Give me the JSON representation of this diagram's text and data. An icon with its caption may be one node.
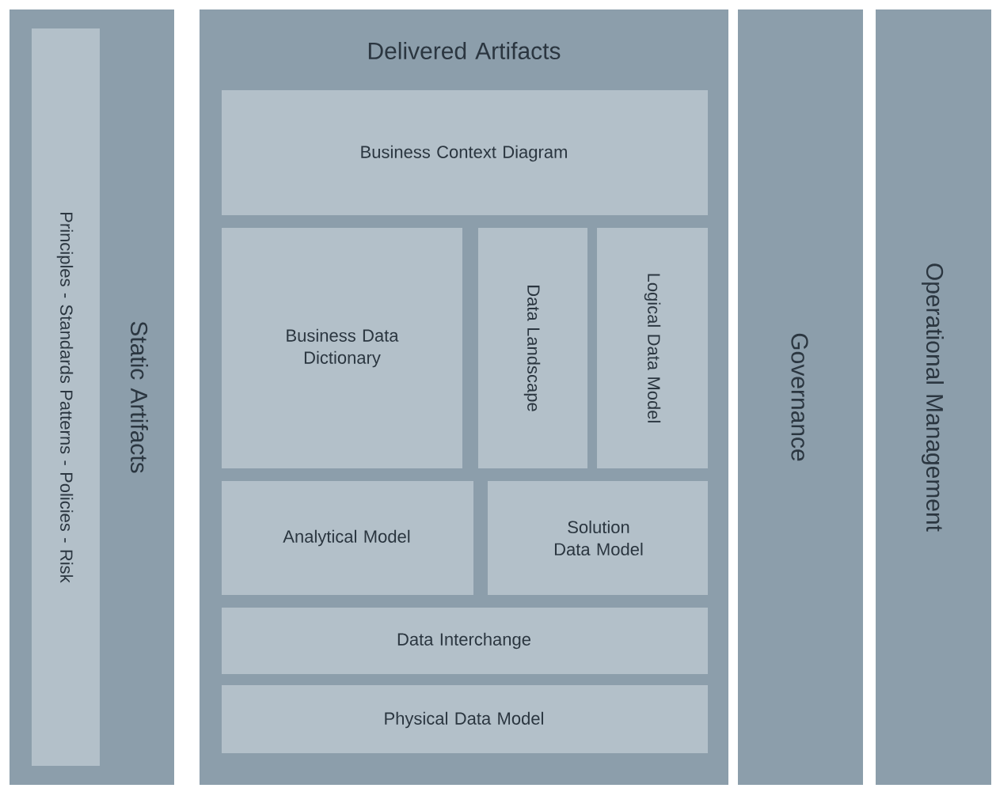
{
  "diagram": {
    "nodes": [
      {
        "text": [
          "Static Artifacts"
        ]
      },
      {
        "text": [
          "Principles - Standards Patterns - Policies - Risk"
        ],
        "in": 0
      },
      {
        "text": [
          "Delivered Artifacts"
        ]
      },
      {
        "text": [
          "Business Context Diagram"
        ],
        "in": 2
      },
      {
        "text": [
          "Business Data Dictionary"
        ],
        "in": 2
      },
      {
        "text": [
          "Data Landscape"
        ],
        "in": 2
      },
      {
        "text": [
          "Logical Data Model"
        ],
        "in": 2
      },
      {
        "text": [
          "Analytical Model"
        ],
        "in": 2
      },
      {
        "text": [
          "Solution Data Model"
        ],
        "in": 2
      },
      {
        "text": [
          "Data Interchange"
        ],
        "in": 2
      },
      {
        "text": [
          "Physical Data Model"
        ],
        "in": 2
      },
      {
        "text": [
          "Governance"
        ]
      },
      {
        "text": [
          "Operational Management"
        ]
      }
    ]
  }
}
